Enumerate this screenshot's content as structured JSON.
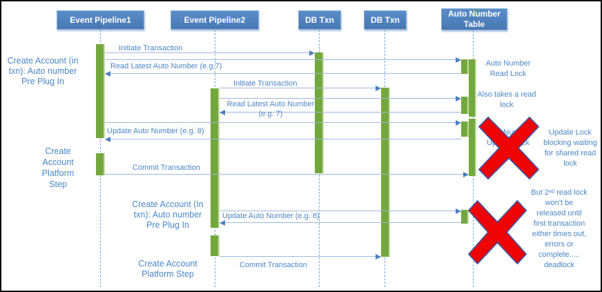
{
  "colors": {
    "header_box": "#4F81BD",
    "activation_bar": "#73A83E",
    "message_line": "#9CB8DC",
    "arrowhead": "#4A7FBC",
    "label_text": "#4A86C6",
    "error_cross": "#EE0202",
    "error_cross_outline": "#4456A0"
  },
  "lifelines": [
    {
      "id": "event-pipeline-1",
      "label": "Event Pipeline1"
    },
    {
      "id": "event-pipeline-2",
      "label": "Event Pipeline2"
    },
    {
      "id": "db-txn-1",
      "label": "DB Txn"
    },
    {
      "id": "db-txn-2",
      "label": "DB Txn"
    },
    {
      "id": "auto-number-table",
      "label": "Auto Number Table"
    }
  ],
  "messages": {
    "m1_initiate_txn": "Initiate Transaction",
    "m3_read_latest": "Read Latest Auto Number (e.g.7)",
    "m4_initiate_txn": "Initiate Transaction",
    "m6_read_latest": "Read Latest Auto Number\n(e.g. 7)",
    "m8_update_auto": "Update Auto Number (e.g. 8)",
    "m9_commit_txn": "Commit Transaction",
    "m11_update_auto": "Update Auto Number (e.g. 8)",
    "m12_commit_txn": "Commit Transaction"
  },
  "step_labels": {
    "ep1_pre_plugin": "Create Account (in\ntxn): Auto number\nPre Plug In",
    "ep1_platform_step": "Create\nAccount\nPlatform\nStep",
    "ep2_pre_plugin": "Create Account (In\ntxn): Auto number\nPre Plug In",
    "ep2_platform_step": "Create Account\nPlatform Step"
  },
  "annotations": {
    "read_lock": "Auto Number\nRead Lock",
    "also_read_lock": "Also takes a read\nlock",
    "update_lock": "Auto Number\nUpdate Lock",
    "update_lock_blocking": "Update Lock\nblocking waiting\nfor shared read\nlock",
    "deadlock_note": "But 2ⁿᵈ read lock\nwon't be\nreleased until\nfirst transaction\neither times out,\nerrors or\ncomplete.....\ndeadlock"
  }
}
